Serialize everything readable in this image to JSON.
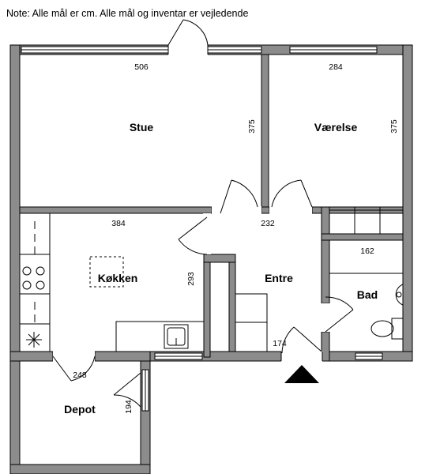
{
  "note": "Note: Alle mål er cm. Alle mål og inventar er vejledende",
  "rooms": [
    {
      "id": "stue",
      "name": "Stue",
      "width_cm": "506",
      "depth_cm": "375"
    },
    {
      "id": "vaerelse",
      "name": "Værelse",
      "width_cm": "284",
      "depth_cm": "375"
    },
    {
      "id": "koekken",
      "name": "Køkken",
      "width_cm": "384",
      "depth_cm": "293"
    },
    {
      "id": "entre",
      "name": "Entre",
      "width_cm": "232",
      "depth_cm": "174"
    },
    {
      "id": "bad",
      "name": "Bad",
      "width_cm": "162"
    },
    {
      "id": "depot",
      "name": "Depot",
      "width_cm": "248",
      "depth_cm": "194"
    }
  ],
  "colors": {
    "wall": "#8c8c8c",
    "line": "#000000",
    "background": "#ffffff"
  },
  "icons": [
    "entrance-arrow-icon",
    "toilet-icon",
    "sink-icon",
    "stove-icon",
    "fan-icon"
  ]
}
